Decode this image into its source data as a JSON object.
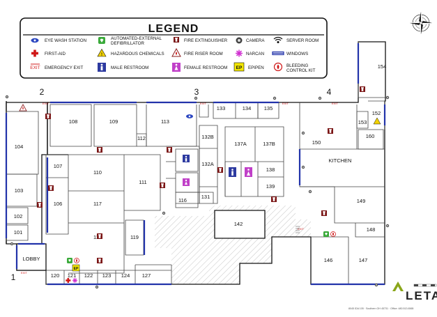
{
  "legend": {
    "title": "LEGEND",
    "items": [
      {
        "label": "EYE WASH STATION",
        "icon": "eye-icon"
      },
      {
        "label": "AUTOMATED-EXTERNAL",
        "label2": "DEFIBRILLATOR",
        "icon": "aed-icon"
      },
      {
        "label": "FIRE EXTINGUISHER",
        "icon": "fire-extinguisher-icon"
      },
      {
        "label": "CAMERA",
        "icon": "camera-icon"
      },
      {
        "label": "SERVER ROOM",
        "icon": "wifi-icon"
      },
      {
        "label": "FIRST-AID",
        "icon": "first-aid-cross-icon"
      },
      {
        "label": "HAZARDOUS CHEMICALS",
        "icon": "hazard-icon"
      },
      {
        "label": "FIRE RISER ROOM",
        "icon": "fire-riser-icon"
      },
      {
        "label": "NARCAN",
        "icon": "narcan-icon"
      },
      {
        "label": "WINDOWS",
        "icon": "window-line-icon"
      },
      {
        "label": "EMERGENCY EXIT",
        "icon": "exit-icon"
      },
      {
        "label": "MALE RESTROOM",
        "icon": "male-restroom-icon"
      },
      {
        "label": "FEMALE RESTROOM",
        "icon": "female-restroom-icon"
      },
      {
        "label": "EPIPEN",
        "icon": "epipen-icon"
      },
      {
        "label": "BLEEDING",
        "label2": "CONTROL KIT",
        "icon": "bleeding-kit-icon"
      }
    ],
    "exit_glyph": "EXIT",
    "epipen_glyph": "EP"
  },
  "wings": [
    "1",
    "2",
    "3",
    "4"
  ],
  "rooms": [
    "101",
    "102",
    "103",
    "104",
    "106",
    "107",
    "108",
    "109",
    "110",
    "111",
    "112",
    "113",
    "116",
    "117",
    "118",
    "119",
    "120",
    "121",
    "122",
    "123",
    "124",
    "127",
    "131",
    "132A",
    "132B",
    "133",
    "134",
    "135",
    "137A",
    "137B",
    "138",
    "139",
    "142",
    "146",
    "147",
    "148",
    "149",
    "150",
    "152",
    "153",
    "154",
    "160",
    "LOBBY",
    "KITCHEN"
  ],
  "brand": {
    "name": "LETA",
    "footer": "8045 IDA 105 · Southern OH 45731 · Office: 480.513.6565"
  },
  "colors": {
    "window": "#2233aa",
    "first_aid": "#d01818",
    "narcan": "#d030d0",
    "aed": "#3aaa3a",
    "epipen": "#f2e600",
    "male": "#2d3aa0",
    "female": "#c040c8",
    "hazard": "#f2d200",
    "extinguisher": "#8a1a1a",
    "eye": "#2a45c0"
  }
}
